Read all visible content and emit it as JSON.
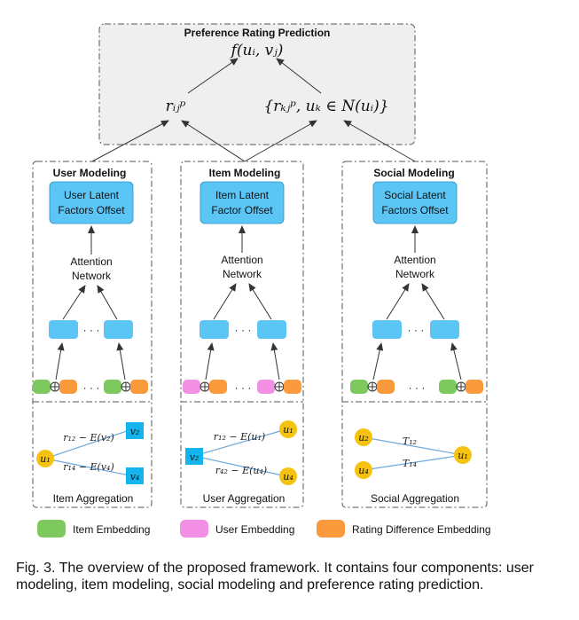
{
  "top": {
    "title": "Preference Rating Prediction",
    "function": "f(uᵢ, vⱼ)",
    "r_left": "rᵢⱼᵖ",
    "set_formula": "{rₖⱼᵖ, uₖ ∈ N(uᵢ)}"
  },
  "modules": [
    {
      "title": "User Modeling",
      "offset_line1": "User Latent",
      "offset_line2": "Factors Offset",
      "attention_line1": "Attention",
      "attention_line2": "Network",
      "ellipsis": "· · ·",
      "aggregation": "Item Aggregation"
    },
    {
      "title": "Item Modeling",
      "offset_line1": "Item Latent",
      "offset_line2": "Factor Offset",
      "attention_line1": "Attention",
      "attention_line2": "Network",
      "ellipsis": "· · ·",
      "aggregation": "User Aggregation"
    },
    {
      "title": "Social Modeling",
      "offset_line1": "Social Latent",
      "offset_line2": "Factors Offset",
      "attention_line1": "Attention",
      "attention_line2": "Network",
      "ellipsis": "· · ·",
      "aggregation": "Social Aggregation"
    }
  ],
  "graphs": {
    "user": {
      "center": "u₁",
      "node_a": "v₂",
      "node_b": "v₄",
      "edge_a": "r₁₂ − E(v₂)",
      "edge_b": "r₁₄ − E(v₄)"
    },
    "item": {
      "center": "v₂",
      "node_a": "u₁",
      "node_b": "u₄",
      "edge_a": "r₁₂ − E(u₁)",
      "edge_b": "r₄₂ − E(u₄)"
    },
    "social": {
      "node_a": "u₂",
      "node_b": "u₄",
      "center": "u₁",
      "edge_a": "T₁₂",
      "edge_b": "T₁₄"
    }
  },
  "legend": {
    "item_embedding": "Item Embedding",
    "user_embedding": "User Embedding",
    "rating_diff": "Rating Difference Embedding"
  },
  "colors": {
    "item_embedding": "#7dc95e",
    "user_embedding": "#f48fe6",
    "rating_diff": "#fb9a3c",
    "latent_box": "#5bc6f5",
    "user_node": "#f5c30f",
    "item_node": "#14b4ee"
  },
  "caption": "Fig. 3. The overview of the proposed framework. It contains four components: user modeling, item modeling, social modeling and preference rating prediction."
}
